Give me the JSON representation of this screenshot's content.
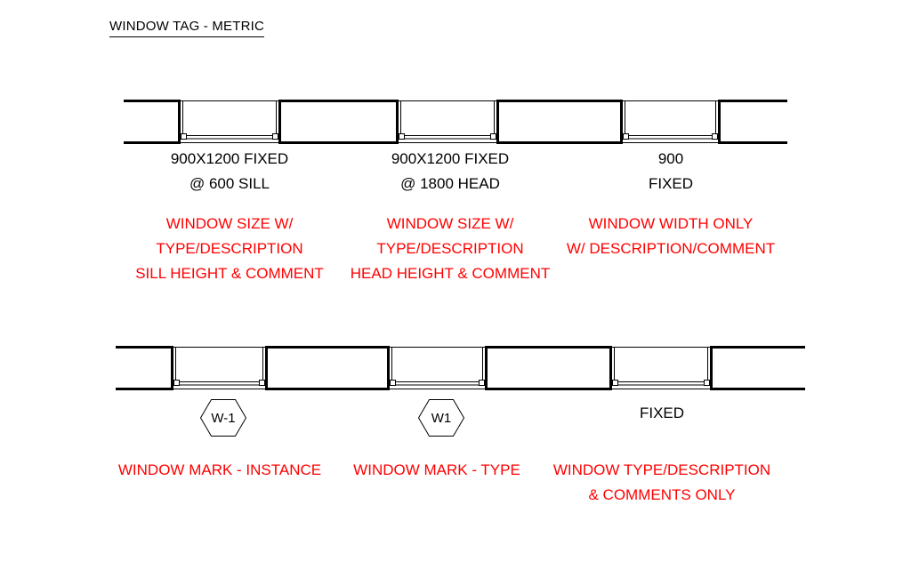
{
  "title": "WINDOW TAG - METRIC",
  "colors": {
    "annotation_red": "#FF0000",
    "drawing_black": "#000000",
    "background": "#FFFFFF"
  },
  "top_row": {
    "columns": [
      {
        "tag_lines": [
          "900X1200 FIXED",
          "@ 600 SILL"
        ],
        "note_lines": [
          "WINDOW SIZE W/",
          "TYPE/DESCRIPTION",
          "SILL HEIGHT & COMMENT"
        ]
      },
      {
        "tag_lines": [
          "900X1200 FIXED",
          "@ 1800 HEAD"
        ],
        "note_lines": [
          "WINDOW SIZE W/",
          "TYPE/DESCRIPTION",
          "HEAD HEIGHT & COMMENT"
        ]
      },
      {
        "tag_lines": [
          "900",
          "FIXED"
        ],
        "note_lines": [
          "WINDOW WIDTH ONLY",
          "W/ DESCRIPTION/COMMENT"
        ]
      }
    ]
  },
  "bottom_row": {
    "columns": [
      {
        "mark": "W-1",
        "note_lines": [
          "WINDOW MARK - INSTANCE"
        ]
      },
      {
        "mark": "W1",
        "note_lines": [
          "WINDOW MARK - TYPE"
        ]
      },
      {
        "tag_lines": [
          "FIXED"
        ],
        "note_lines": [
          "WINDOW TYPE/DESCRIPTION",
          "& COMMENTS ONLY"
        ]
      }
    ]
  }
}
